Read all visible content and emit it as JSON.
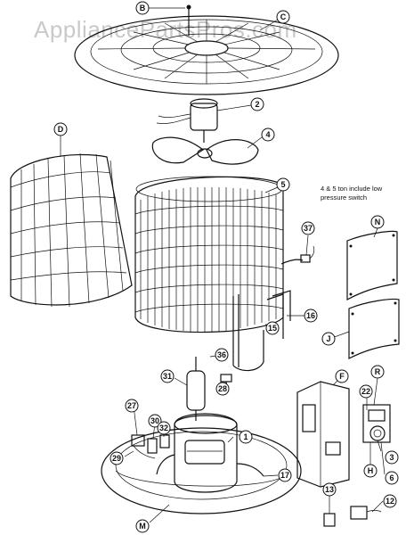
{
  "watermark": "AppliancePartsPros.com",
  "note": {
    "line1": "4 & 5 ton include low",
    "line2": "pressure switch"
  },
  "callouts": {
    "B": "B",
    "C": "C",
    "c2": "2",
    "c4": "4",
    "D": "D",
    "c5": "5",
    "c37": "37",
    "N": "N",
    "c16": "16",
    "c15": "15",
    "J": "J",
    "c31": "31",
    "c36": "36",
    "c28": "28",
    "F": "F",
    "R": "R",
    "c22": "22",
    "c27": "27",
    "c30": "30",
    "c1": "1",
    "c32": "32",
    "c29": "29",
    "c3": "3",
    "H": "H",
    "c6": "6",
    "c17": "17",
    "c13": "13",
    "c12": "12",
    "M": "M"
  }
}
